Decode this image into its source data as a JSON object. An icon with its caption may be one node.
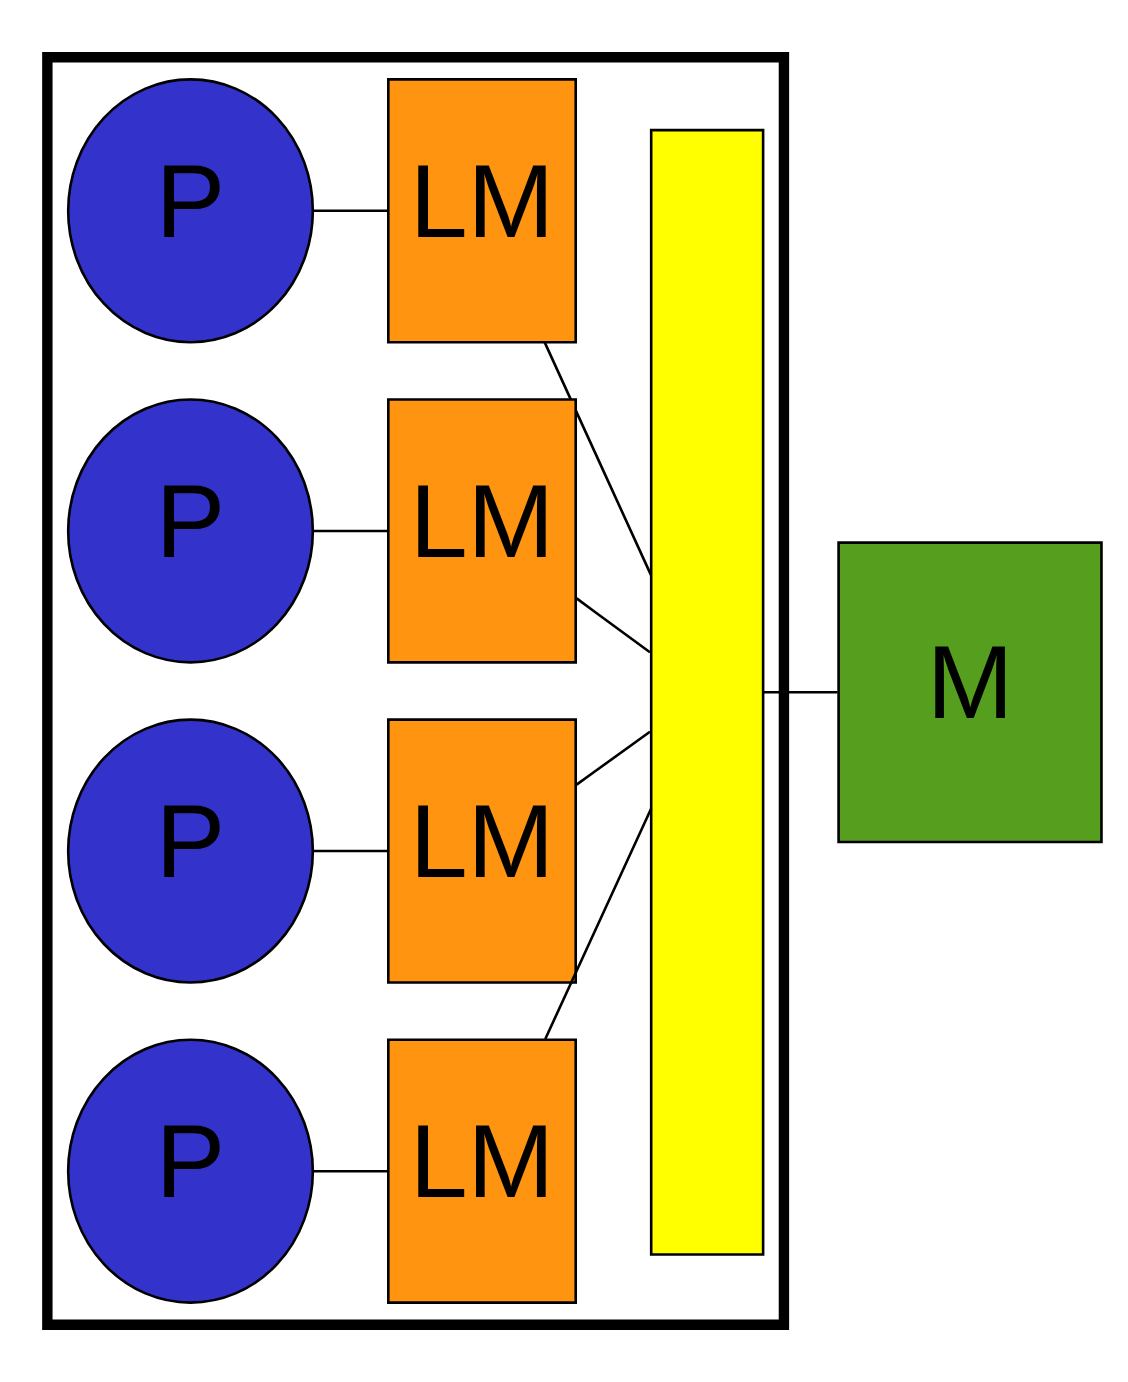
{
  "diagram": {
    "nodes": [
      {
        "text": [],
        "shape": "box"
      },
      {
        "text": [
          "P"
        ],
        "in": 0
      },
      {
        "text": [
          "LM"
        ],
        "in": 0
      },
      {
        "text": [
          "P"
        ],
        "in": 0
      },
      {
        "text": [
          "LM"
        ],
        "in": 0
      },
      {
        "text": [
          "P"
        ],
        "in": 0
      },
      {
        "text": [
          "LM"
        ],
        "in": 0
      },
      {
        "text": [
          "P"
        ],
        "in": 0
      },
      {
        "text": [
          "LM"
        ],
        "in": 0
      },
      {
        "text": [],
        "shape": "bar",
        "in": 0
      },
      {
        "text": [
          "M"
        ]
      }
    ],
    "edges": [
      {
        "from": 1,
        "to": 2,
        "arrow": "none"
      },
      {
        "from": 3,
        "to": 4,
        "arrow": "none"
      },
      {
        "from": 5,
        "to": 6,
        "arrow": "none"
      },
      {
        "from": 7,
        "to": 8,
        "arrow": "none"
      },
      {
        "from": 2,
        "to": 9,
        "arrow": "none"
      },
      {
        "from": 4,
        "to": 9,
        "arrow": "none"
      },
      {
        "from": 6,
        "to": 9,
        "arrow": "none"
      },
      {
        "from": 8,
        "to": 9,
        "arrow": "none"
      },
      {
        "from": 9,
        "to": 10,
        "arrow": "none"
      }
    ]
  }
}
